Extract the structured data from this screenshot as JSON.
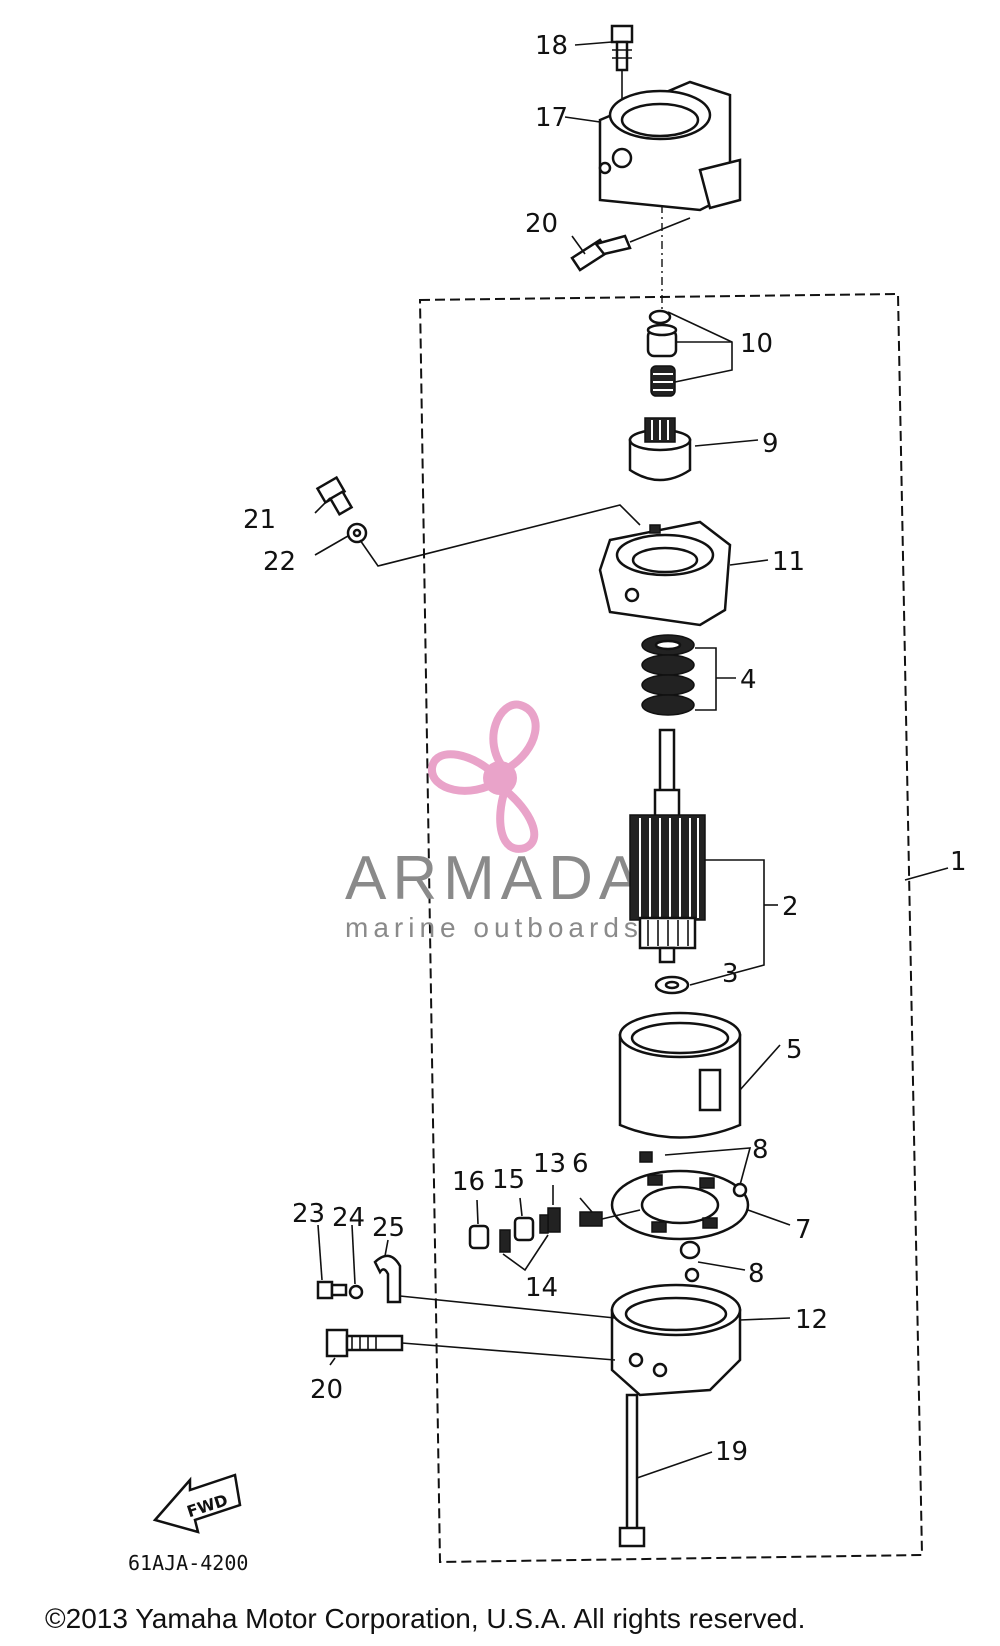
{
  "diagram": {
    "part_code": "61AJA-4200",
    "fwd_label": "FWD",
    "copyright": "©2013 Yamaha Motor Corporation, U.S.A. All rights reserved.",
    "watermark": {
      "brand": "ARMADA",
      "tagline": "marine outboards",
      "brand_color": "#e9a3c9",
      "text_color": "#8a8a8a"
    },
    "callouts": [
      {
        "id": "c1",
        "text": "1"
      },
      {
        "id": "c2",
        "text": "2"
      },
      {
        "id": "c3",
        "text": "3"
      },
      {
        "id": "c4",
        "text": "4"
      },
      {
        "id": "c5",
        "text": "5"
      },
      {
        "id": "c6",
        "text": "6"
      },
      {
        "id": "c7",
        "text": "7"
      },
      {
        "id": "c8a",
        "text": "8"
      },
      {
        "id": "c8b",
        "text": "8"
      },
      {
        "id": "c9",
        "text": "9"
      },
      {
        "id": "c10",
        "text": "10"
      },
      {
        "id": "c11",
        "text": "11"
      },
      {
        "id": "c12",
        "text": "12"
      },
      {
        "id": "c13",
        "text": "13"
      },
      {
        "id": "c14",
        "text": "14"
      },
      {
        "id": "c15",
        "text": "15"
      },
      {
        "id": "c16",
        "text": "16"
      },
      {
        "id": "c17",
        "text": "17"
      },
      {
        "id": "c18",
        "text": "18"
      },
      {
        "id": "c19",
        "text": "19"
      },
      {
        "id": "c20a",
        "text": "20"
      },
      {
        "id": "c20b",
        "text": "20"
      },
      {
        "id": "c21",
        "text": "21"
      },
      {
        "id": "c22",
        "text": "22"
      },
      {
        "id": "c23",
        "text": "23"
      },
      {
        "id": "c24",
        "text": "24"
      },
      {
        "id": "c25",
        "text": "25"
      }
    ]
  }
}
